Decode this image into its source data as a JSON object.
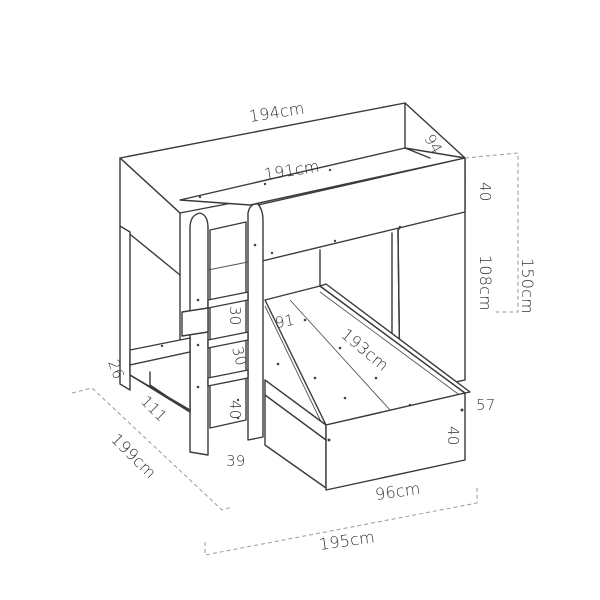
{
  "diagram": {
    "subject": "L-shaped loft bunk bed with ladder-shelf and lower bed",
    "line_color": "#3a3a3a",
    "dimension_line_color": "#9a9a9a",
    "background": "#ffffff",
    "labels": {
      "top_length": "194cm",
      "inner_length": "191cm",
      "top_depth": "94",
      "top_guard_height": "40",
      "upper_frame_height": "108cm",
      "total_height": "150cm",
      "lower_bed_width_inner": "91",
      "lower_bed_length": "193cm",
      "step_height_1": "30",
      "step_height_2": "30",
      "step_height_3": "40",
      "leg_clearance": "26",
      "side_depth": "111",
      "total_depth": "199cm",
      "ladder_width": "39",
      "lower_bed_height": "57",
      "lower_bed_front_height": "40",
      "lower_bed_width": "96cm",
      "total_width": "195cm"
    }
  }
}
